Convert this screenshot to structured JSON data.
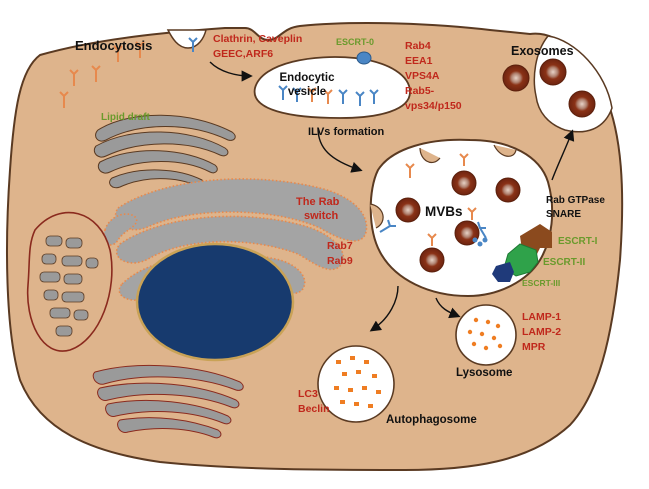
{
  "colors": {
    "cytoplasm": "#deb48c",
    "membrane": "#5a3a22",
    "nucleus": "#173a6e",
    "golgi": "#9a9a9a",
    "vesicle_fill": "#ffffff",
    "exosome": "#8a3216",
    "exosome_core": "#c8a28e",
    "lysosome_dots": "#ef7d22",
    "red_text": "#c0281c",
    "green_text": "#6a9a2c",
    "receptor_blue": "#4a86c5",
    "escrt1": "#8b4a1e",
    "escrt2": "#2fa24a",
    "escrt3": "#1f3a7a"
  },
  "labels": {
    "endocytosis": "Endocytosis",
    "clathrin": "Clathrin, Caveplin",
    "geec": "GEEC,ARF6",
    "endocytic_vesicle_line1": "Endocytic",
    "endocytic_vesicle_line2": "vesicle",
    "escrt0": "ESCRT-0",
    "rab4": "Rab4",
    "eea1": "EEA1",
    "vps4a": "VPS4A",
    "rab5": "Rab5-",
    "vps34": "vps34/p150",
    "exosomes": "Exosomes",
    "lipid_raft": "Lipid draft",
    "ilvs": "ILVs formation",
    "rab_switch_line1": "The Rab",
    "rab_switch_line2": "switch",
    "rab7": "Rab7",
    "rab9": "Rab9",
    "mvbs": "MVBs",
    "rab_gtpase": "Rab GTPase",
    "snare": "SNARE",
    "escrt1": "ESCRT-I",
    "escrt2": "ESCRT-II",
    "escrt3": "ESCRT-III",
    "lamp1": "LAMP-1",
    "lamp2": "LAMP-2",
    "mpr": "MPR",
    "lysosome": "Lysosome",
    "lc3": "LC3",
    "beclin": "Beclin",
    "autophagosome": "Autophagosome"
  }
}
